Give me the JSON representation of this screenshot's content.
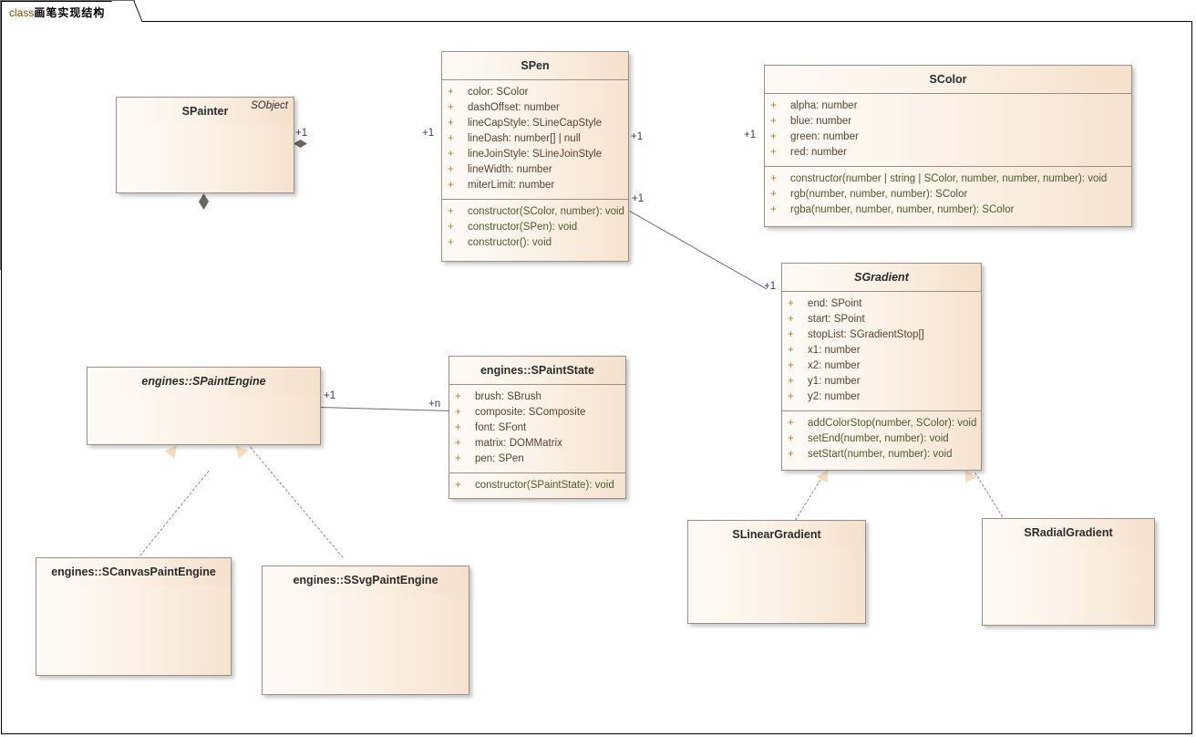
{
  "diagram": {
    "tab_keyword": "class",
    "tab_title": "画笔实现结构",
    "classes": {
      "spainter": {
        "name": "SPainter",
        "stereotype": "SObject",
        "attributes": [],
        "operations": []
      },
      "spen": {
        "name": "SPen",
        "attributes": [
          {
            "vis": "+",
            "text": "color: SColor"
          },
          {
            "vis": "+",
            "text": "dashOffset: number"
          },
          {
            "vis": "+",
            "text": "lineCapStyle: SLineCapStyle"
          },
          {
            "vis": "+",
            "text": "lineDash: number[] | null"
          },
          {
            "vis": "+",
            "text": "lineJoinStyle: SLineJoinStyle"
          },
          {
            "vis": "+",
            "text": "lineWidth: number"
          },
          {
            "vis": "+",
            "text": "miterLimit: number"
          }
        ],
        "operations": [
          {
            "vis": "+",
            "text": "constructor(SColor, number): void"
          },
          {
            "vis": "+",
            "text": "constructor(SPen): void"
          },
          {
            "vis": "+",
            "text": "constructor(): void"
          }
        ]
      },
      "scolor": {
        "name": "SColor",
        "attributes": [
          {
            "vis": "+",
            "text": "alpha: number"
          },
          {
            "vis": "+",
            "text": "blue: number"
          },
          {
            "vis": "+",
            "text": "green: number"
          },
          {
            "vis": "+",
            "text": "red: number"
          }
        ],
        "operations": [
          {
            "vis": "+",
            "text": "constructor(number | string | SColor, number, number, number): void"
          },
          {
            "vis": "+",
            "text": "rgb(number, number, number): SColor"
          },
          {
            "vis": "+",
            "text": "rgba(number, number, number, number): SColor"
          }
        ]
      },
      "sgradient": {
        "name": "SGradient",
        "abstract": true,
        "attributes": [
          {
            "vis": "+",
            "text": "end: SPoint"
          },
          {
            "vis": "+",
            "text": "start: SPoint"
          },
          {
            "vis": "+",
            "text": "stopList: SGradientStop[]"
          },
          {
            "vis": "+",
            "text": "x1: number"
          },
          {
            "vis": "+",
            "text": "x2: number"
          },
          {
            "vis": "+",
            "text": "y1: number"
          },
          {
            "vis": "+",
            "text": "y2: number"
          }
        ],
        "operations": [
          {
            "vis": "+",
            "text": "addColorStop(number, SColor): void"
          },
          {
            "vis": "+",
            "text": "setEnd(number, number): void"
          },
          {
            "vis": "+",
            "text": "setStart(number, number): void"
          }
        ]
      },
      "spaintengine": {
        "name": "engines::SPaintEngine",
        "abstract": true,
        "attributes": [],
        "operations": []
      },
      "spaintstate": {
        "name": "engines::SPaintState",
        "attributes": [
          {
            "vis": "+",
            "text": "brush: SBrush"
          },
          {
            "vis": "+",
            "text": "composite: SComposite"
          },
          {
            "vis": "+",
            "text": "font: SFont"
          },
          {
            "vis": "+",
            "text": "matrix: DOMMatrix"
          },
          {
            "vis": "+",
            "text": "pen: SPen"
          }
        ],
        "operations": [
          {
            "vis": "+",
            "text": "constructor(SPaintState): void"
          }
        ]
      },
      "scanvaspaintengine": {
        "name": "engines::SCanvasPaintEngine",
        "attributes": [],
        "operations": []
      },
      "ssvgpaintengine": {
        "name": "engines::SSvgPaintEngine",
        "attributes": [],
        "operations": []
      },
      "slineargradient": {
        "name": "SLinearGradient",
        "attributes": [],
        "operations": []
      },
      "sradialgradient": {
        "name": "SRadialGradient",
        "attributes": [],
        "operations": []
      }
    },
    "multiplicities": {
      "painter_pen_src": "+1",
      "painter_pen_dst": "+1",
      "pen_color_src": "+1",
      "pen_color_dst": "+1",
      "pen_gradient_src": "+1",
      "pen_gradient_dst": "+1",
      "engine_state_src": "+1",
      "engine_state_dst": "+n"
    },
    "colors": {
      "class_fill_light": "#fdfaf6",
      "class_fill_dark": "#f6e3d0",
      "class_border": "#9a8f85",
      "connector": "#6d6d6d",
      "attribute_text": "#5a4232",
      "operation_text": "#4c5a2e",
      "visibility_marker": "#c07b33",
      "multiplicity_text": "#3a3a6a"
    }
  }
}
